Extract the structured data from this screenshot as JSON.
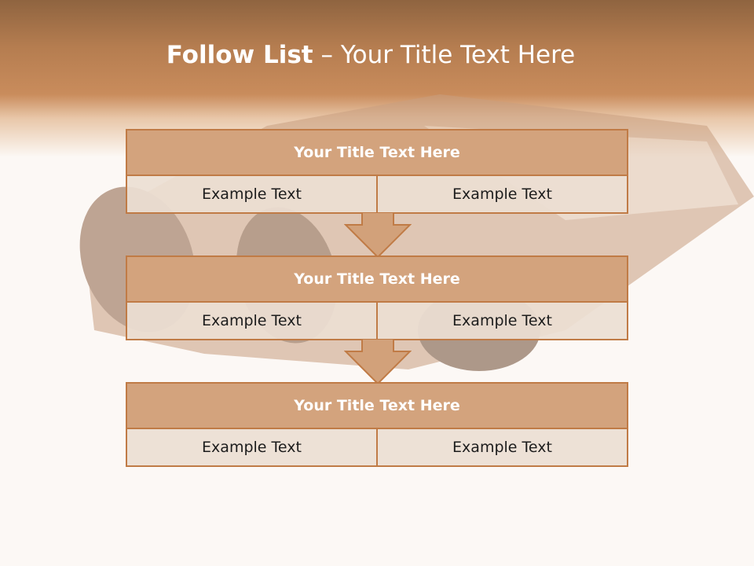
{
  "slide": {
    "title_bold": "Follow List",
    "title_rest": " – Your Title Text Here"
  },
  "blocks": [
    {
      "header": "Your Title Text Here",
      "left": "Example Text",
      "right": "Example Text"
    },
    {
      "header": "Your Title Text Here",
      "left": "Example Text",
      "right": "Example Text"
    },
    {
      "header": "Your Title Text Here",
      "left": "Example Text",
      "right": "Example Text"
    }
  ],
  "colors": {
    "accent": "#c07b46",
    "header_fill": "#d2a17a",
    "cell_fill": "#ecded3",
    "band_top": "#8f6440",
    "band_bottom": "#c98c5c"
  },
  "background": {
    "image": "cigars-photo"
  }
}
